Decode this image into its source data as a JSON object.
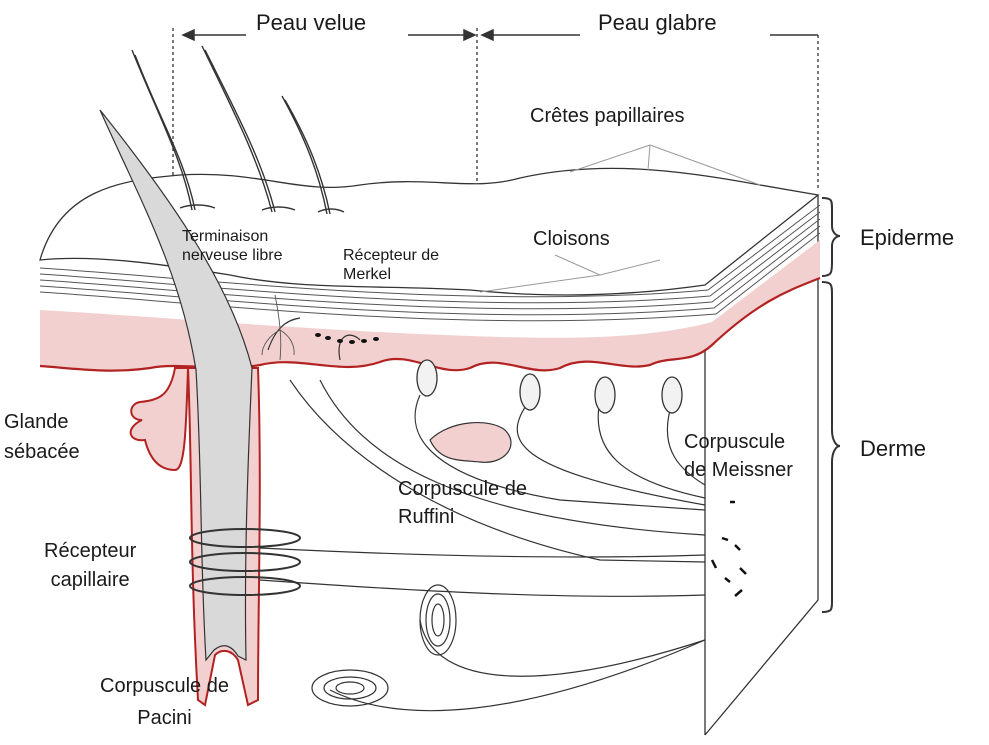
{
  "header": {
    "hairy_skin": "Peau velue",
    "glabrous_skin": "Peau glabre"
  },
  "layers": {
    "epidermis": "Epiderme",
    "dermis": "Derme"
  },
  "labels": {
    "papillary_ridges": "Crêtes papillaires",
    "septa": "Cloisons",
    "free_nerve_ending_1": "Terminaison",
    "free_nerve_ending_2": "nerveuse libre",
    "merkel_1": "Récepteur de",
    "merkel_2": "Merkel",
    "sebaceous_1": "Glande",
    "sebaceous_2": "sébacée",
    "meissner_1": "Corpuscule",
    "meissner_2": "de Meissner",
    "ruffini_1": "Corpuscule de",
    "ruffini_2": "Ruffini",
    "hair_receptor_1": "Récepteur",
    "hair_receptor_2": "capillaire",
    "pacini_1": "Corpuscule de",
    "pacini_2": "Pacini"
  },
  "colors": {
    "epidermis_fill": "#f2d0cf",
    "outline": "#b22222",
    "line": "#333333",
    "hair_fill": "#d9d9d9"
  }
}
